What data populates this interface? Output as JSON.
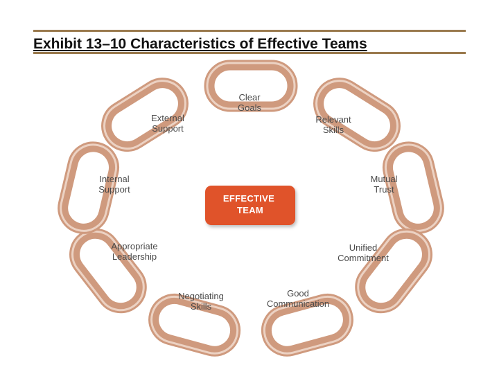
{
  "title": "Exhibit 13–10 Characteristics of Effective Teams",
  "center": {
    "line1": "EFFECTIVE",
    "line2": "TEAM"
  },
  "links": [
    {
      "id": "clear-goals",
      "lines": [
        "Clear",
        "Goals"
      ]
    },
    {
      "id": "relevant-skills",
      "lines": [
        "Relevant",
        "Skills"
      ]
    },
    {
      "id": "mutual-trust",
      "lines": [
        "Mutual",
        "Trust"
      ]
    },
    {
      "id": "unified-commitment",
      "lines": [
        "Unified",
        "Commitment"
      ]
    },
    {
      "id": "good-communication",
      "lines": [
        "Good",
        "Communication"
      ]
    },
    {
      "id": "negotiating-skills",
      "lines": [
        "Negotiating",
        "Skills"
      ]
    },
    {
      "id": "appropriate-leadership",
      "lines": [
        "Appropriate",
        "Leadership"
      ]
    },
    {
      "id": "internal-support",
      "lines": [
        "Internal",
        "Support"
      ]
    },
    {
      "id": "external-support",
      "lines": [
        "External",
        "Support"
      ]
    }
  ],
  "colors": {
    "chain": "#cf9a7e",
    "chain_highlight": "#f3e0d4",
    "center_box": "#e0522a",
    "rule": "#9a7a4e"
  }
}
